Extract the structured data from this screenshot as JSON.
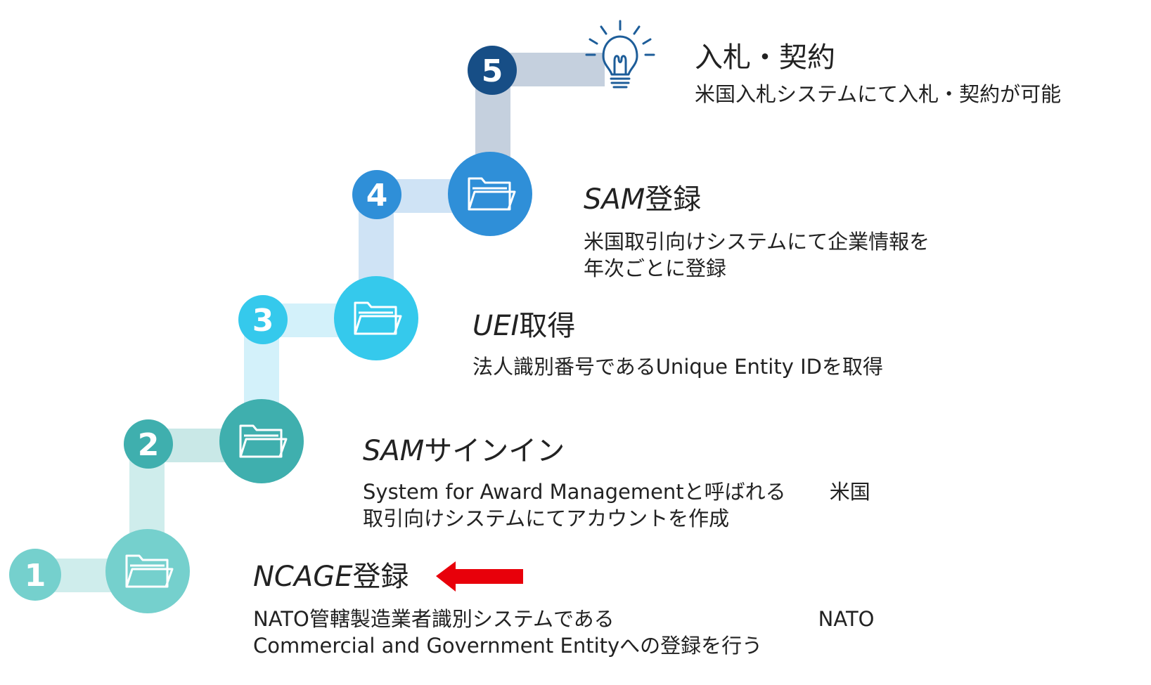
{
  "colors": {
    "step1": "#75D0CD",
    "step2": "#3FAFAE",
    "step3": "#35C9EC",
    "step4": "#2F8FD8",
    "step5": "#174E86",
    "arrow": "#E8000A"
  },
  "icons": {
    "folder": "folder-icon",
    "goal": "lightbulb-icon",
    "pointer": "arrow-left-icon"
  },
  "steps": [
    {
      "number": "1",
      "title_em": "NCAGE",
      "title_rest": "登録",
      "desc_line1_a": "NATO管轄製造業者識別システムである",
      "desc_line1_b": "NATO",
      "desc_line2": "Commercial and Government Entityへの登録を行う"
    },
    {
      "number": "2",
      "title_em": "SAM",
      "title_rest": "サインイン",
      "desc_line1_a": "System for Award Managementと呼ばれる",
      "desc_line1_b": "米国",
      "desc_line2": "取引向けシステムにてアカウントを作成"
    },
    {
      "number": "3",
      "title_em": "UEI",
      "title_rest": "取得",
      "desc_line1_a": "法人識別番号であるUnique Entity IDを取得"
    },
    {
      "number": "4",
      "title_em": "SAM",
      "title_rest": "登録",
      "desc_line1_a": "米国取引向けシステムにて企業情報を",
      "desc_line2": "年次ごとに登録"
    },
    {
      "number": "5",
      "title_plain": "入札・契約",
      "desc_line1_a": "米国入札システムにて入札・契約が可能"
    }
  ]
}
